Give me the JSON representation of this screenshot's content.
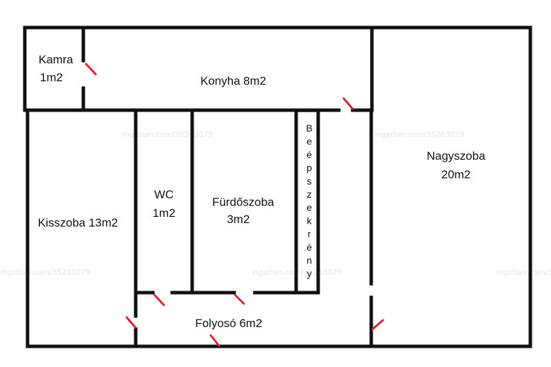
{
  "rooms": {
    "kamra": {
      "name": "Kamra",
      "area": "1m2"
    },
    "konyha": {
      "label": "Konyha 8m2"
    },
    "nagyszoba": {
      "name": "Nagyszoba",
      "area": "20m2"
    },
    "kisszoba": {
      "label": "Kisszoba 13m2"
    },
    "wc": {
      "name": "WC",
      "area": "1m2"
    },
    "furdoszoba": {
      "name": "Fürdőszoba",
      "area": "3m2"
    },
    "folyoso": {
      "label": "Folyosó 6m2"
    }
  },
  "cabinet": {
    "letters": [
      "B",
      "e",
      "é",
      "p",
      "s",
      "z",
      "e",
      "k",
      "r",
      "é",
      "n",
      "y"
    ]
  },
  "watermark": "ingatlan.com/35203079",
  "colors": {
    "wall": "#111111",
    "door": "#e0202a",
    "text": "#111111"
  }
}
